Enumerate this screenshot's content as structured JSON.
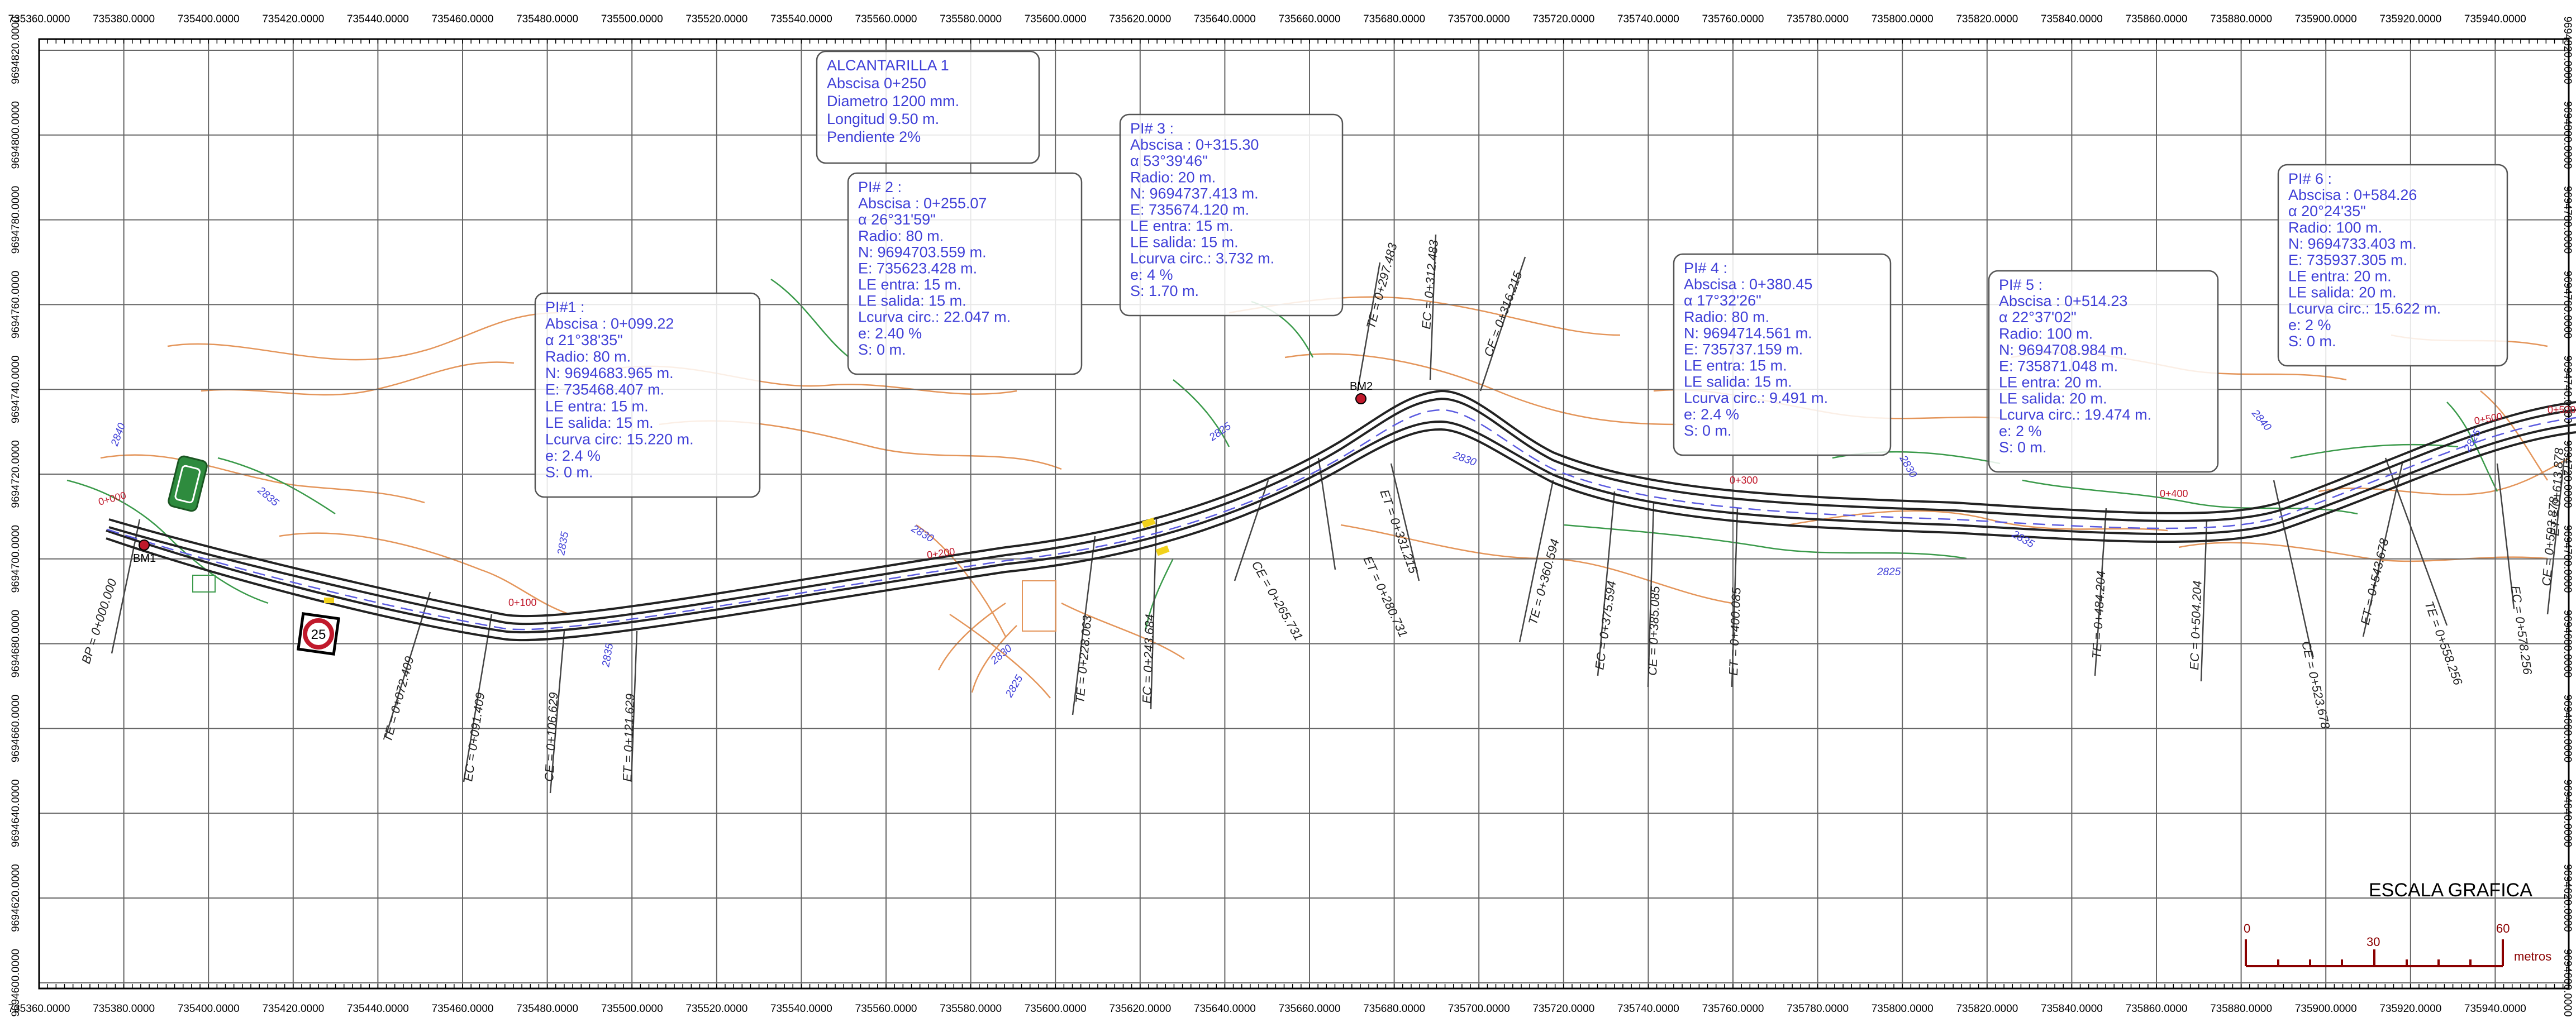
{
  "x_ticks": [
    "735360.0000",
    "735380.0000",
    "735400.0000",
    "735420.0000",
    "735440.0000",
    "735460.0000",
    "735480.0000",
    "735500.0000",
    "735520.0000",
    "735540.0000",
    "735560.0000",
    "735580.0000",
    "735600.0000",
    "735620.0000",
    "735640.0000",
    "735660.0000",
    "735680.0000",
    "735700.0000",
    "735720.0000",
    "735740.0000",
    "735760.0000",
    "735780.0000",
    "735800.0000",
    "735820.0000",
    "735840.0000",
    "735860.0000",
    "735880.0000",
    "735900.0000",
    "735920.0000",
    "735940.0000"
  ],
  "y_ticks": [
    "9694820.0000",
    "9694800.0000",
    "9694780.0000",
    "9694760.0000",
    "9694740.0000",
    "9694720.0000",
    "9694700.0000",
    "9694680.0000",
    "9694660.0000",
    "9694640.0000",
    "9694620.0000",
    "9694600.0000"
  ],
  "boxes": [
    {
      "id": "alcantarilla",
      "lines": [
        "ALCANTARILLA 1",
        "Abscisa 0+250",
        "Diametro  1200 mm.",
        "Longitud  9.50 m.",
        "Pendiente  2%"
      ]
    },
    {
      "id": "pi1",
      "lines": [
        "PI#1 :",
        "Abscisa : 0+099.22",
        "α 21°38'35\"",
        "Radio: 80 m.",
        "N: 9694683.965 m.",
        "E: 735468.407 m.",
        "LE entra: 15 m.",
        "LE salida: 15 m.",
        "Lcurva circ: 15.220 m.",
        "e: 2.4  %",
        "S: 0  m."
      ]
    },
    {
      "id": "pi2",
      "lines": [
        "PI# 2 :",
        "Abscisa : 0+255.07",
        "α 26°31'59\"",
        "Radio: 80 m.",
        "N: 9694703.559 m.",
        "E: 735623.428 m.",
        "LE entra: 15 m.",
        "LE salida: 15 m.",
        "Lcurva circ.: 22.047 m.",
        "e: 2.40 %",
        "S: 0 m."
      ]
    },
    {
      "id": "pi3",
      "lines": [
        "PI# 3 :",
        "Abscisa : 0+315.30",
        "α 53°39'46\"",
        "Radio: 20 m.",
        "N: 9694737.413 m.",
        "E: 735674.120 m.",
        "LE entra: 15 m.",
        "LE salida: 15 m.",
        "Lcurva circ.: 3.732 m.",
        "e: 4 %",
        "S: 1.70 m."
      ]
    },
    {
      "id": "pi4",
      "lines": [
        "PI# 4 :",
        "Abscisa : 0+380.45",
        "α 17°32'26\"",
        "Radio: 80 m.",
        "N: 9694714.561 m.",
        "E: 735737.159 m.",
        "LE entra: 15 m.",
        "LE salida: 15 m.",
        "Lcurva circ.: 9.491 m.",
        "e: 2.4 %",
        "S: 0 m."
      ]
    },
    {
      "id": "pi5",
      "lines": [
        "PI# 5 :",
        "Abscisa : 0+514.23",
        "α 22°37'02\"",
        "Radio: 100 m.",
        "N: 9694708.984 m.",
        "E: 735871.048 m.",
        "LE entra: 20 m.",
        "LE salida: 20 m.",
        "Lcurva circ.: 19.474 m.",
        "e: 2 %",
        "S: 0 m."
      ]
    },
    {
      "id": "pi6",
      "lines": [
        "PI# 6 :",
        "Abscisa : 0+584.26",
        "α 20°24'35\"",
        "Radio: 100 m.",
        "N: 9694733.403 m.",
        "E: 735937.305 m.",
        "LE entra: 20 m.",
        "LE salida: 20 m.",
        "Lcurva circ.: 15.622 m.",
        "e: 2 %",
        "S: 0 m."
      ]
    }
  ],
  "stations": [
    "BP = 0+000.000",
    "TE = 0+072.409",
    "EC = 0+091.409",
    "CE = 0+106.629",
    "ET = 0+121.629",
    "TE = 0+228.063",
    "EC = 0+243.684",
    "CE = 0+265.731",
    "ET = 0+280.731",
    "TE = 0+297.483",
    "EC = 0+312.483",
    "CE = 0+316.215",
    "ET = 0+331.215",
    "TE = 0+360.594",
    "EC = 0+375.594",
    "CE = 0+385.085",
    "ET = 0+400.085",
    "TE = 0+484.204",
    "EC = 0+504.204",
    "CE = 0+523.678",
    "ET = 0+543.678",
    "TE = 0+558.256",
    "EC = 0+578.256",
    "CE = 0+593.878",
    "ET = 0+613.878"
  ],
  "contours": [
    "2840",
    "2835",
    "2835",
    "2835",
    "2830",
    "2825",
    "2830",
    "2825",
    "2830",
    "2825",
    "2830",
    "2835",
    "2840",
    "2825"
  ],
  "chainage": [
    "0+000",
    "0+100",
    "0+200",
    "0+300",
    "0+400",
    "0+500",
    "0+520"
  ],
  "benchmarks": [
    "BM1",
    "BM2"
  ],
  "speed_sign": "25",
  "scale": {
    "title": "ESCALA GRAFICA",
    "ticks": [
      "0",
      "30",
      "60"
    ],
    "unit": "metros"
  },
  "colors": {
    "grid": "#666666",
    "frame": "#000000",
    "label_blue": "#4040d8",
    "box_border": "#555555",
    "contour_orange": "#e4955a",
    "contour_green": "#3a9a4a",
    "road": "#222222",
    "axis_dash": "#5a5ae0",
    "station_line": "#444444",
    "benchmark_red": "#c0192b",
    "scale_bar": "#8b0000"
  }
}
